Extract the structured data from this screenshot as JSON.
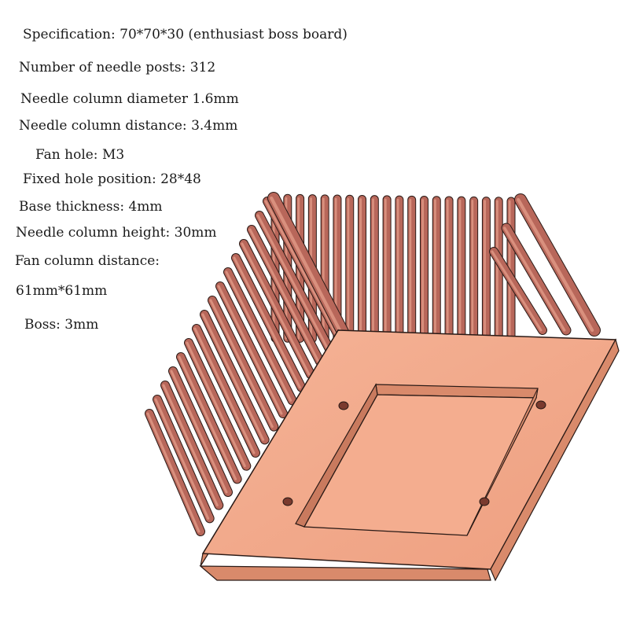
{
  "specs": [
    "Specification: 70*70*30 (enthusiast boss board)",
    "Number of needle posts: 312",
    "Needle column diameter 1.6mm",
    "Needle column distance: 3.4mm",
    "Fan hole: M3",
    "Fixed hole position: 28*48",
    "Base thickness: 4mm",
    "Needle column height: 30mm",
    "Fan column distance:",
    "61mm*61mm",
    "Boss: 3mm"
  ],
  "colors": {
    "copper_face": "#f2a98a",
    "copper_edge": "#d98a6b",
    "pin_dark": "#a8584a",
    "pin_mid": "#c07060",
    "pin_light": "#d38a78",
    "outline": "#2a1a16",
    "text": "#1a1a1a"
  },
  "icons": [
    "copper-pin-heatsink-illustration"
  ]
}
